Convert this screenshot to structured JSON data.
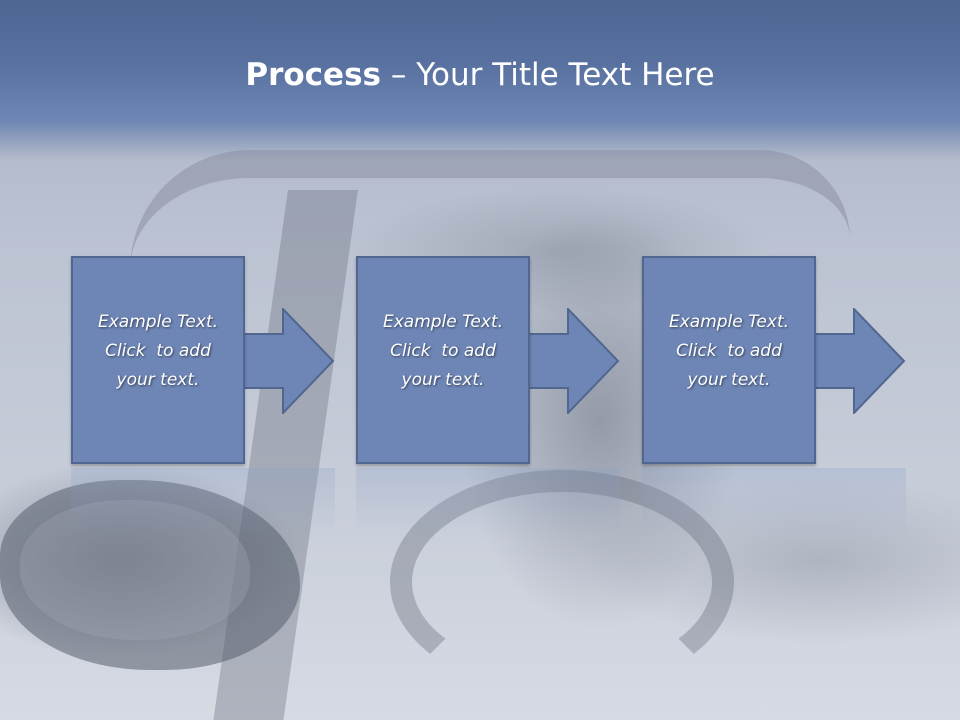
{
  "slide": {
    "title_bold": "Process",
    "title_dash": " – ",
    "title_rest": "Your Title Text Here"
  },
  "steps": [
    {
      "line1": "Example Text.",
      "line2": "Click  to add",
      "line3": "your text."
    },
    {
      "line1": "Example Text.",
      "line2": "Click  to add",
      "line3": "your text."
    },
    {
      "line1": "Example Text.",
      "line2": "Click  to add",
      "line3": "your text."
    }
  ],
  "colors": {
    "title_band": "#5871a0",
    "step_fill": "#6e86b6",
    "step_border": "#51678f",
    "text": "#ffffff"
  },
  "icons": [
    "right-arrow-icon"
  ]
}
